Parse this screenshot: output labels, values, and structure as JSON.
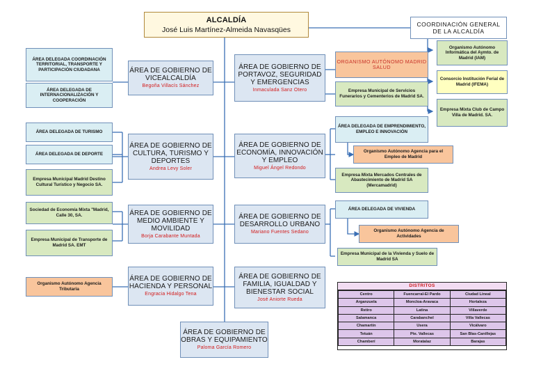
{
  "alcaldia": {
    "title": "ALCALDÍA",
    "name": "José Luis Martínez-Almeida Navasqües"
  },
  "coordinacion": {
    "line1": "COORDINACIÓN GENERAL",
    "line2": "DE LA ALCALDÍA"
  },
  "coord_entities": {
    "iam": "Organismo Autónomo Informática del Aymto. de Madrid (IAM)",
    "ifema": "Consorcio Institución Ferial de Madrid (IFEMA)",
    "campo": "Empresa Mixta Club de Campo Villa de Madrid. SA."
  },
  "areas": {
    "vicealcaldia": {
      "title": "ÁREA DE GOBIERNO DE VICEALCALDÍA",
      "person": "Begoña Villacís Sánchez"
    },
    "portavoz": {
      "title": "ÁREA DE GOBIERNO DE PORTAVOZ, SEGURIDAD Y EMERGENCIAS",
      "person": "Inmaculada Sanz Otero"
    },
    "cultura": {
      "title": "ÁREA DE GOBIERNO DE CULTURA, TURISMO Y DEPORTES",
      "person": "Andrea Levy Soler"
    },
    "economia": {
      "title": "ÁREA DE GOBIERNO DE ECONOMÍA, INNOVACIÓN Y EMPLEO",
      "person": "Miguel Ángel Redondo"
    },
    "medio": {
      "title": "ÁREA DE GOBIERNO DE MEDIO AMBIENTE Y MOVILIDAD",
      "person": "Borja Carabante Muntada"
    },
    "desarrollo": {
      "title": "ÁREA DE GOBIERNO DE DESARROLLO URBANO",
      "person": "Mariano Fuentes Sedano"
    },
    "hacienda": {
      "title": "ÁREA DE GOBIERNO DE HACIENDA Y PERSONAL",
      "person": "Engracia Hidalgo Tena"
    },
    "familia": {
      "title": "ÁREA DE GOBIERNO DE FAMILIA, IGUALDAD Y BIENESTAR SOCIAL",
      "person": "José Aniorte Rueda"
    },
    "obras": {
      "title": "ÁREA DE GOBIERNO DE OBRAS Y EQUIPAMIENTO",
      "person": "Paloma García Romero"
    }
  },
  "delegadas": {
    "coord_territorial": "ÁREA DELEGADA COORDINACIÓN TERRITORIAL, TRANSPORTE Y PARTICIPACIÓN CIUDADANA",
    "internacional": "ÁREA DELEGADA DE INTERNACIONALIZACIÓN Y COOPERACIÓN",
    "turismo": "ÁREA DELEGADA DE TURISMO",
    "deporte": "ÁREA DELEGADA DE DEPORTE",
    "emprendimiento": "ÁREA DELEGADA DE EMPRENDIMIENTO, EMPLEO E INNOVACIÓN",
    "vivienda": "ÁREA DELEGADA DE VIVIENDA"
  },
  "entities": {
    "funerarios_oa": "ORGANISMO AUTÓNOMO MADRID SALUD",
    "funerarios": "Empresa Municipal de Servicios Funerarios y Cementerios de Madrid SA.",
    "destino": "Empresa Municipal Madrid Destino Cultural Turístico y Negocio SA.",
    "agencia_empleo": "Organismo Autónomo Agencia para el Empleo de Madrid",
    "mercamadrid": "Empresa Mixta Mercados Centrales de Abastecimiento de Madrid SA (Mercamadrid)",
    "calle30": "Sociedad de Economía Mixta \"Madrid, Calle 30, SA.",
    "emt": "Empresa Municipal de Transporte de Madrid SA. EMT",
    "actividades": "Organismo Autónomo Agencia de Actividades",
    "emvs": "Empresa Municipal de la Vivienda y Suelo de Madrid SA",
    "tributaria": "Organismo Autónomo Agencia Tributaria"
  },
  "distritos": {
    "title": "DISTRITOS",
    "rows": [
      [
        "Centro",
        "Fuencarral-El Pardo",
        "Ciudad Lineal"
      ],
      [
        "Arganzuela",
        "Moncloa-Aravaca",
        "Hortaleza"
      ],
      [
        "Retiro",
        "Latina",
        "Villaverde"
      ],
      [
        "Salamanca",
        "Carabanchel",
        "Villa Vallecas"
      ],
      [
        "Chamartín",
        "Usera",
        "Vicálvaro"
      ],
      [
        "Tetuán",
        "Pte. Vallecas",
        "San Blas-Canillejas"
      ],
      [
        "Chamberí",
        "Moratalaz",
        "Barajas"
      ]
    ]
  }
}
